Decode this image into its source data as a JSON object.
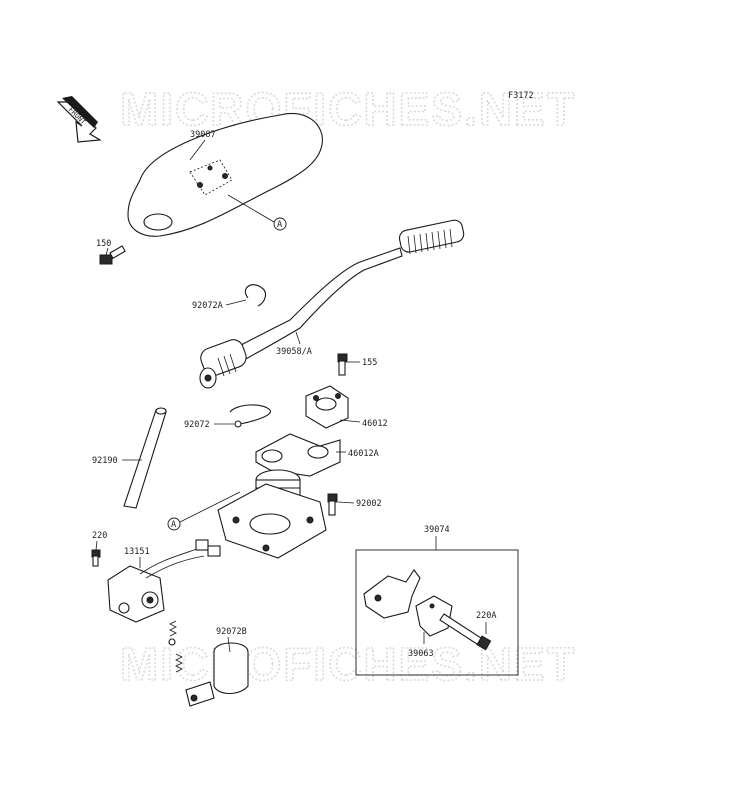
{
  "watermark_text": "MICROFICHES.NET",
  "figure_code": "F3172",
  "front_label": "FRONT",
  "reference_mark": "A",
  "part_numbers": {
    "p39087": "39087",
    "p150": "150",
    "p92072A": "92072A",
    "p39058A": "39058/A",
    "p155": "155",
    "p46012": "46012",
    "p92072": "92072",
    "p46012A": "46012A",
    "p92190": "92190",
    "p92002": "92002",
    "p220": "220",
    "p13151": "13151",
    "p39074": "39074",
    "p220A": "220A",
    "p39063": "39063",
    "p92072B": "92072B"
  }
}
